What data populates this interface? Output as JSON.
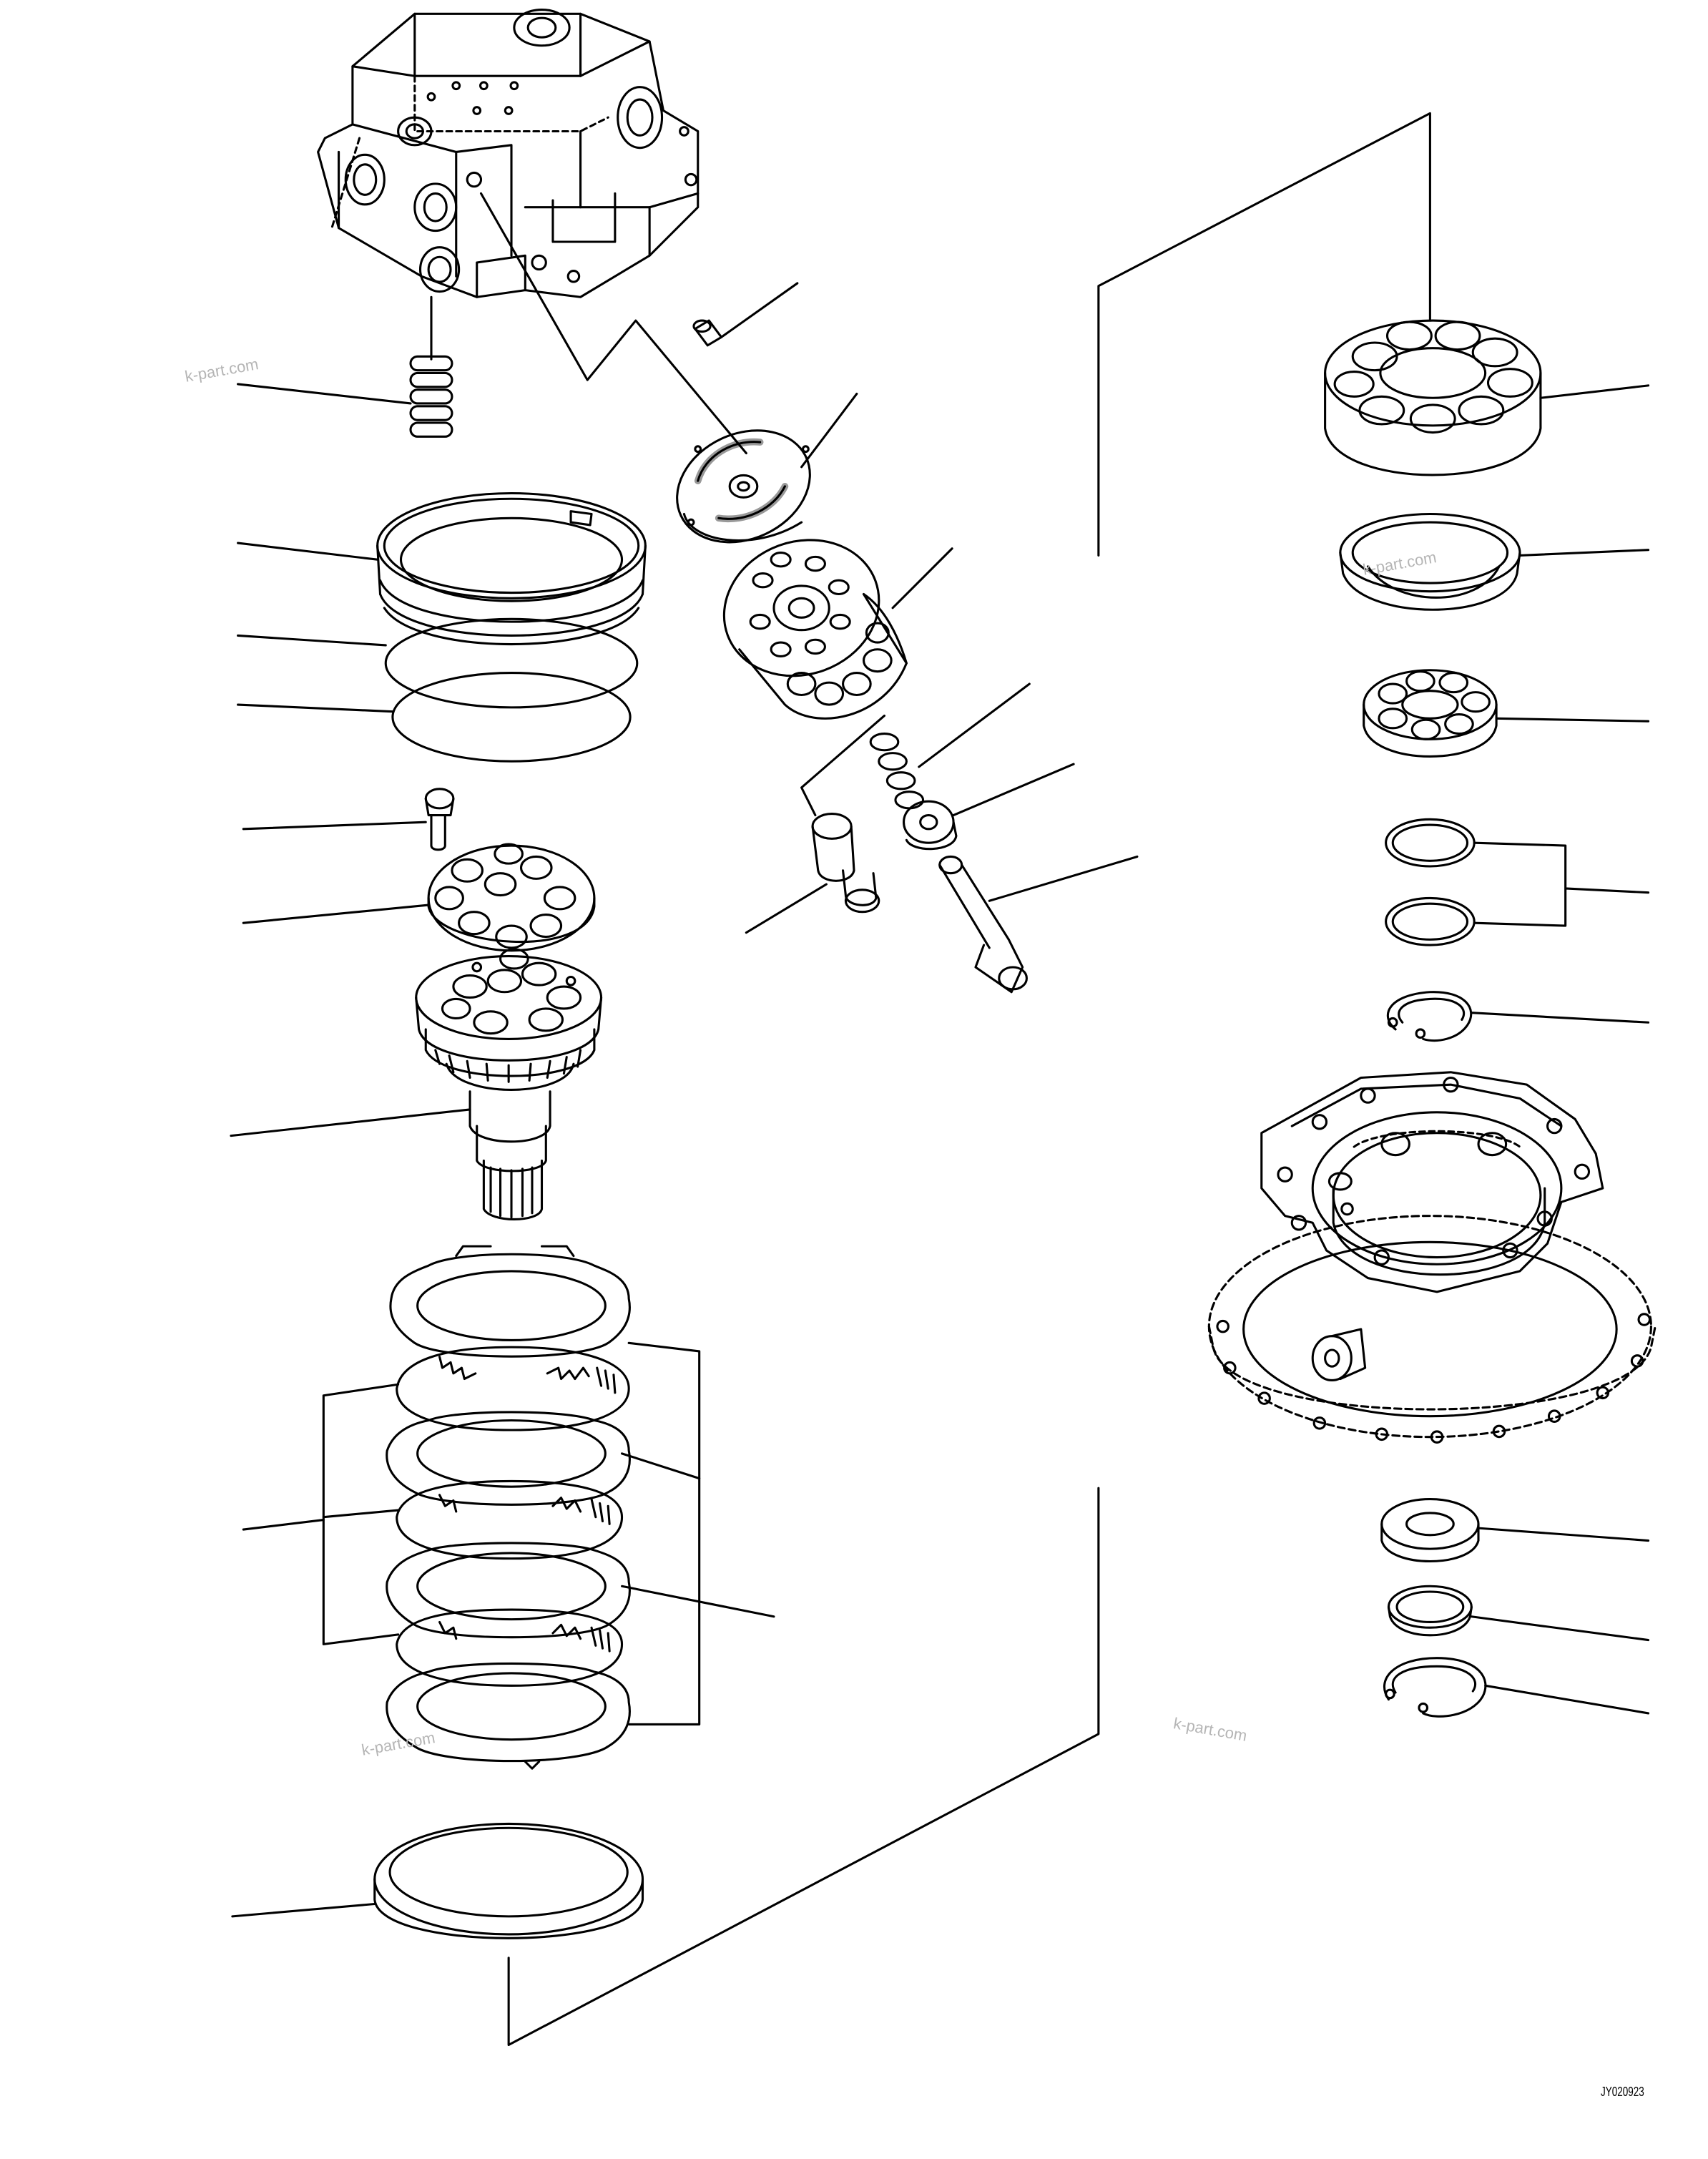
{
  "watermarks": [
    "k-part.com",
    "k-part.com",
    "k-part.com",
    "k-part.com"
  ],
  "drawing_code": "JY020923",
  "parts": [
    "motor-valve-housing",
    "spring-stack",
    "seal-ring-carrier",
    "o-ring-upper",
    "o-ring-lower",
    "guide-pin",
    "valve-plate",
    "cylinder-block",
    "spring",
    "spherical-bushing",
    "piston-shoe",
    "center-shaft",
    "bolt",
    "retainer-plate",
    "drive-shaft-gear",
    "brake-plate-stack",
    "thrust-ring",
    "roller-bearing-large",
    "oil-seal",
    "roller-bearing-small",
    "shim-pair",
    "snap-ring-upper",
    "motor-case",
    "bearing-race",
    "washer",
    "snap-ring-lower"
  ]
}
